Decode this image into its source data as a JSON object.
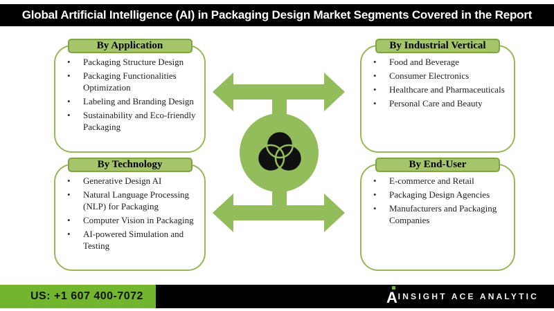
{
  "title": "Global Artificial Intelligence (AI) in Packaging Design Market Segments Covered in the Report",
  "quadrants": [
    {
      "id": "application",
      "header": "By Application",
      "items": [
        "Packaging Structure Design",
        "Packaging Functionalities Optimization",
        "Labeling and Branding Design",
        "Sustainability and Eco-friendly Packaging"
      ]
    },
    {
      "id": "industrial-vertical",
      "header": "By Industrial Vertical",
      "items": [
        "Food and Beverage",
        "Consumer Electronics",
        "Healthcare and Pharmaceuticals",
        "Personal Care and Beauty"
      ]
    },
    {
      "id": "technology",
      "header": "By Technology",
      "items": [
        "Generative Design AI",
        "Natural Language Processing (NLP) for Packaging",
        "Computer Vision in Packaging",
        "AI-powered Simulation and Testing"
      ]
    },
    {
      "id": "end-user",
      "header": "By End-User",
      "items": [
        "E-commerce and Retail",
        "Packaging Design Agencies",
        "Manufacturers and Packaging Companies"
      ]
    }
  ],
  "center_icon": "venn-three-circles",
  "footer": {
    "phone": "US: +1 607 400-7072",
    "brand": "INSIGHT ACE ANALYTIC",
    "logo_letter": "A"
  },
  "colors": {
    "accent_green": "#94b857",
    "header_fill": "#a6c56b",
    "header_border": "#7fa445",
    "graphic_green": "#93bc5a",
    "footer_green": "#72b62e",
    "bar_black": "#000000"
  }
}
